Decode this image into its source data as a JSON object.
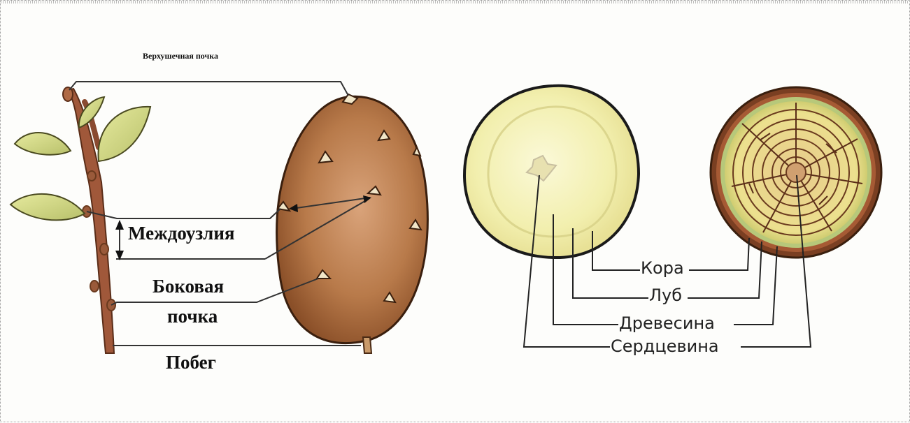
{
  "potato_labels": {
    "apical_bud": "Верхушечная почка",
    "internodes": "Междоузлия",
    "lateral_bud_line1": "Боковая",
    "lateral_bud_line2": "почка",
    "shoot": "Побег"
  },
  "stem_labels": {
    "bark": "Кора",
    "bast": "Луб",
    "wood": "Древесина",
    "pith": "Сердцевина"
  },
  "colors": {
    "potato_skin": "#b87a4a",
    "leaf": "#d4d98a",
    "stem_brown": "#a0583a",
    "cut_pale": "#f4f1b4",
    "bark_dark": "#7a3f22"
  }
}
